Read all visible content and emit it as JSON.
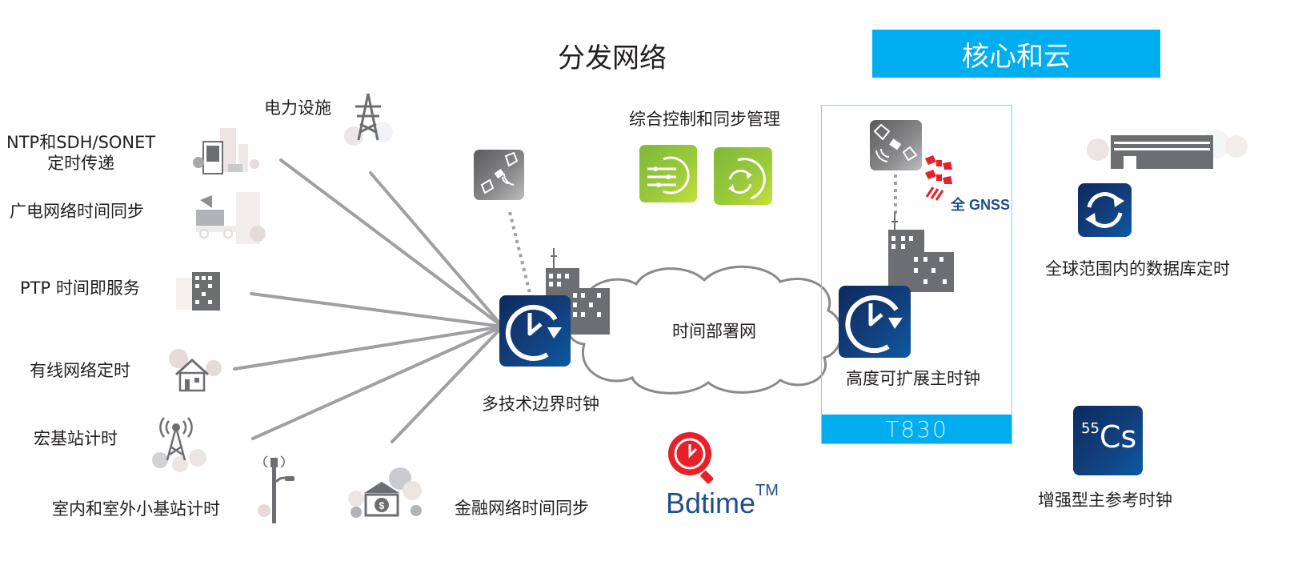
{
  "headings": {
    "distribution_network": "分发网络",
    "core_and_cloud": "核心和云"
  },
  "left_endpoints": [
    {
      "label": "电力设施",
      "icon": "power-tower-icon"
    },
    {
      "label_line1": "NTP和SDH/SONET",
      "label_line2": "定时传递",
      "icon": "city-buildings-icon"
    },
    {
      "label": "广电网络时间同步",
      "icon": "broadcast-truck-icon"
    },
    {
      "label": "PTP 时间即服务",
      "icon": "office-building-icon"
    },
    {
      "label": "有线网络定时",
      "icon": "house-icon"
    },
    {
      "label": "宏基站计时",
      "icon": "cell-tower-icon"
    },
    {
      "label": "室内和室外小基站计时",
      "icon": "small-cell-pole-icon"
    },
    {
      "label": "金融网络时间同步",
      "icon": "bank-icon"
    }
  ],
  "center": {
    "management_label": "综合控制和同步管理",
    "management_icons": [
      "control-gear-icon",
      "sync-gear-icon"
    ],
    "boundary_clock_label": "多技术边界时钟",
    "cloud_label": "时间部署网",
    "satellite_icon": "satellite-icon"
  },
  "t830": {
    "product_name": "T830",
    "master_clock_label": "高度可扩展主时钟",
    "gnss_label": "全 GNSS"
  },
  "right": {
    "database_timing_label": "全球范围内的数据库定时",
    "cesium_symbol_mass": "55",
    "cesium_symbol": "Cs",
    "reference_clock_label": "增强型主参考时钟"
  },
  "brand": {
    "name": "Bdtime",
    "trademark": "TM"
  },
  "colors": {
    "core_blue": "#00aeef",
    "tile_navy": "#123f7c",
    "mgmt_green": "#8dc63f",
    "brand_red": "#e8202a",
    "brand_text_blue": "#1f4e8c",
    "connector_gray": "#a0a0a3"
  }
}
